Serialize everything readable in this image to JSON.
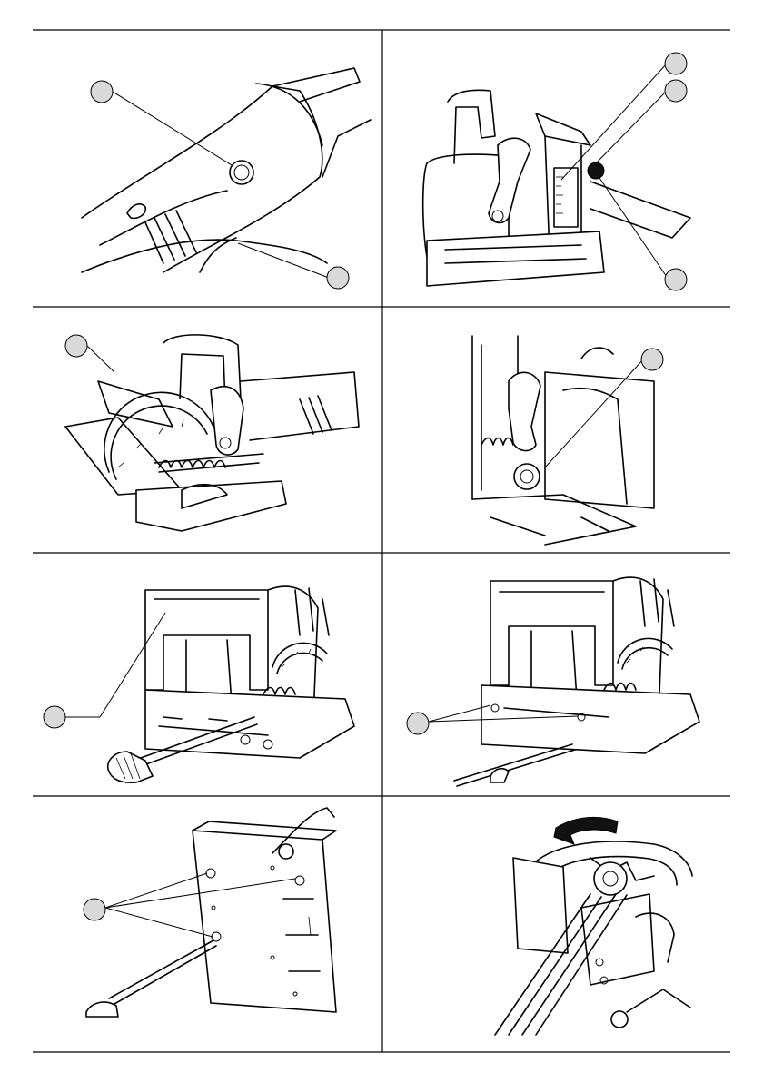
{
  "page": {
    "panels": [
      {
        "id": "motor-switch",
        "callouts": 2
      },
      {
        "id": "height-adjustment",
        "callouts": 3
      },
      {
        "id": "angle-fence",
        "callouts": 1
      },
      {
        "id": "depth-knob",
        "callouts": 1
      },
      {
        "id": "fence-screw",
        "callouts": 1
      },
      {
        "id": "base-screws",
        "callouts": 1
      },
      {
        "id": "baseplate-screws",
        "callouts": 1
      },
      {
        "id": "blade-change",
        "callouts": 0
      }
    ],
    "colors": {
      "line": "#000000",
      "callout": "#d9d9d9",
      "background": "#ffffff"
    }
  }
}
